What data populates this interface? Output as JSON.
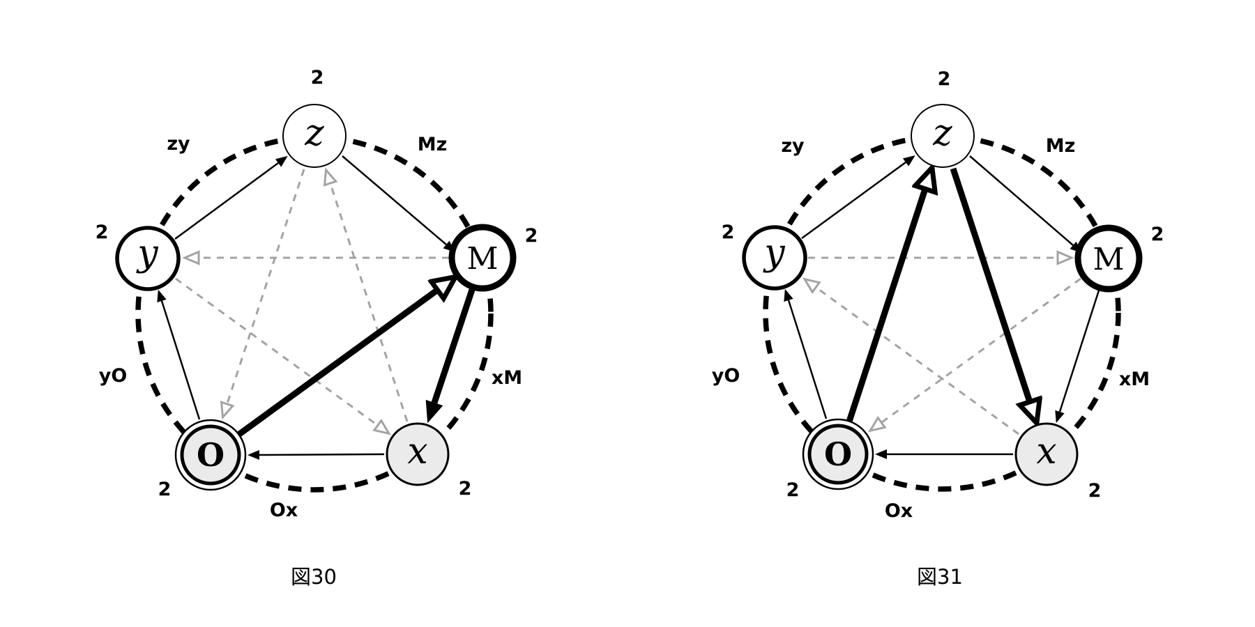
{
  "figures": [
    {
      "caption": "図30",
      "nodes": {
        "z": {
          "label": "z",
          "multiplicity": "2",
          "style": "thin-circle-white"
        },
        "y": {
          "label": "y",
          "multiplicity": "2",
          "style": "bold-circle-white"
        },
        "M": {
          "label": "M",
          "multiplicity": "2",
          "style": "extra-bold-circle-white"
        },
        "O": {
          "label": "O",
          "multiplicity": "2",
          "style": "double-circle-shaded"
        },
        "x": {
          "label": "x",
          "multiplicity": "2",
          "style": "circle-shaded"
        }
      },
      "edge_labels": {
        "zy": "zy",
        "Mz": "Mz",
        "yO": "yO",
        "Ox": "Ox",
        "xM": "xM"
      },
      "ring_style": "bold-dashed-circle",
      "edges": [
        {
          "from": "y",
          "to": "z",
          "style": "thin-black-arrow"
        },
        {
          "from": "z",
          "to": "M",
          "style": "thin-black-arrow"
        },
        {
          "from": "O",
          "to": "y",
          "style": "thin-black-arrow"
        },
        {
          "from": "x",
          "to": "O",
          "style": "thin-black-arrow"
        },
        {
          "from": "O",
          "to": "M",
          "style": "thick-black-arrow-open-head"
        },
        {
          "from": "M",
          "to": "x",
          "style": "thick-black-arrow-solid-head"
        },
        {
          "from": "M",
          "to": "y",
          "style": "gray-dashed-arrow-open-head"
        },
        {
          "from": "z",
          "to": "O",
          "style": "gray-dashed-arrow-open-head"
        },
        {
          "from": "x",
          "to": "z",
          "style": "gray-dashed-arrow-open-head"
        },
        {
          "from": "y",
          "to": "x",
          "style": "gray-dashed-arrow-open-head"
        }
      ]
    },
    {
      "caption": "図31",
      "nodes": {
        "z": {
          "label": "z",
          "multiplicity": "2",
          "style": "thin-circle-white"
        },
        "y": {
          "label": "y",
          "multiplicity": "2",
          "style": "bold-circle-white"
        },
        "M": {
          "label": "M",
          "multiplicity": "2",
          "style": "extra-bold-circle-white"
        },
        "O": {
          "label": "O",
          "multiplicity": "2",
          "style": "double-circle-shaded"
        },
        "x": {
          "label": "x",
          "multiplicity": "2",
          "style": "circle-shaded"
        }
      },
      "edge_labels": {
        "zy": "zy",
        "Mz": "Mz",
        "yO": "yO",
        "Ox": "Ox",
        "xM": "xM"
      },
      "ring_style": "bold-dashed-circle",
      "edges": [
        {
          "from": "y",
          "to": "z",
          "style": "thin-black-arrow"
        },
        {
          "from": "z",
          "to": "M",
          "style": "thin-black-arrow"
        },
        {
          "from": "O",
          "to": "y",
          "style": "thin-black-arrow"
        },
        {
          "from": "x",
          "to": "O",
          "style": "thin-black-arrow"
        },
        {
          "from": "M",
          "to": "x",
          "style": "thin-black-arrow"
        },
        {
          "from": "O",
          "to": "z",
          "style": "thick-black-arrow-open-head"
        },
        {
          "from": "z",
          "to": "x",
          "style": "thick-black-arrow-open-head"
        },
        {
          "from": "y",
          "to": "M",
          "style": "gray-dashed-arrow-open-head"
        },
        {
          "from": "M",
          "to": "O",
          "style": "gray-dashed-arrow-open-head"
        },
        {
          "from": "x",
          "to": "y",
          "style": "gray-dashed-arrow-open-head"
        }
      ]
    }
  ],
  "colors": {
    "black": "#000000",
    "gray_dashed": "#a3a3a3",
    "node_fill_shaded": "#ebebeb",
    "node_fill_plain": "#ffffff"
  }
}
